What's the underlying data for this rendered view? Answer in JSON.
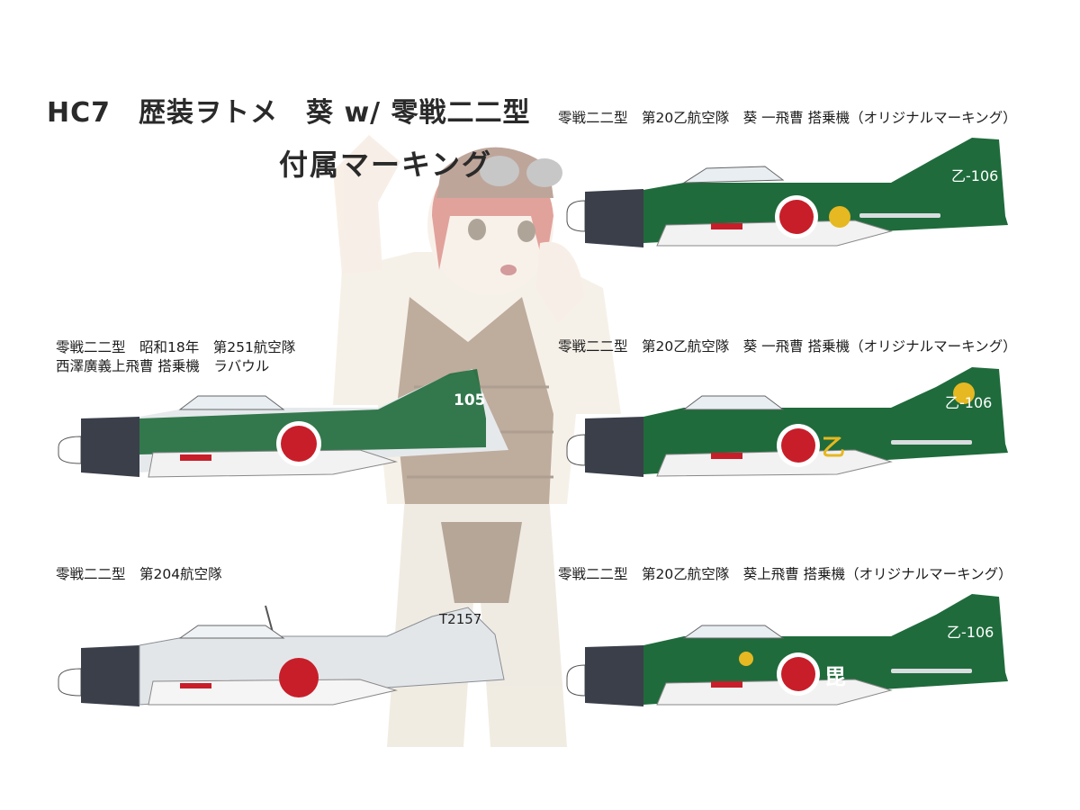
{
  "title": "HC7　歴装ヲトメ　葵 w/ 零戦二二型",
  "subtitle": "付属マーキング",
  "variants": [
    {
      "caption": "零戦二二型　第20乙航空隊　葵 一飛曹 搭乗機（オリジナルマーキング）",
      "tail_code": "乙-106",
      "fuselage_mark": "",
      "scheme": "green",
      "body_color": "#1f6b3c"
    },
    {
      "caption_line1": "零戦二二型　昭和18年　第251航空隊",
      "caption_line2": "西澤廣義上飛曹 搭乗機　ラバウル",
      "tail_code": "105",
      "fuselage_mark": "",
      "scheme": "mottled",
      "body_color": "#1f6b3c"
    },
    {
      "caption": "零戦二二型　第20乙航空隊　葵 一飛曹 搭乗機（オリジナルマーキング）",
      "tail_code": "乙-106",
      "fuselage_mark": "乙",
      "scheme": "green",
      "body_color": "#1f6b3c"
    },
    {
      "caption": "零戦二二型　第204航空隊",
      "tail_code": "T2157",
      "fuselage_mark": "",
      "scheme": "grey",
      "body_color": "#e3e6e9"
    },
    {
      "caption": "零戦二二型　第20乙航空隊　葵上飛曹 搭乗機（オリジナルマーキング）",
      "tail_code": "乙-106",
      "fuselage_mark": "毘",
      "scheme": "green",
      "body_color": "#1f6b3c"
    }
  ],
  "colors": {
    "hinomaru": "#c81e2a",
    "emblem_gold": "#e6b821",
    "cowling": "#3a3f4a",
    "green": "#1f6b3c",
    "grey": "#e3e6e9"
  }
}
